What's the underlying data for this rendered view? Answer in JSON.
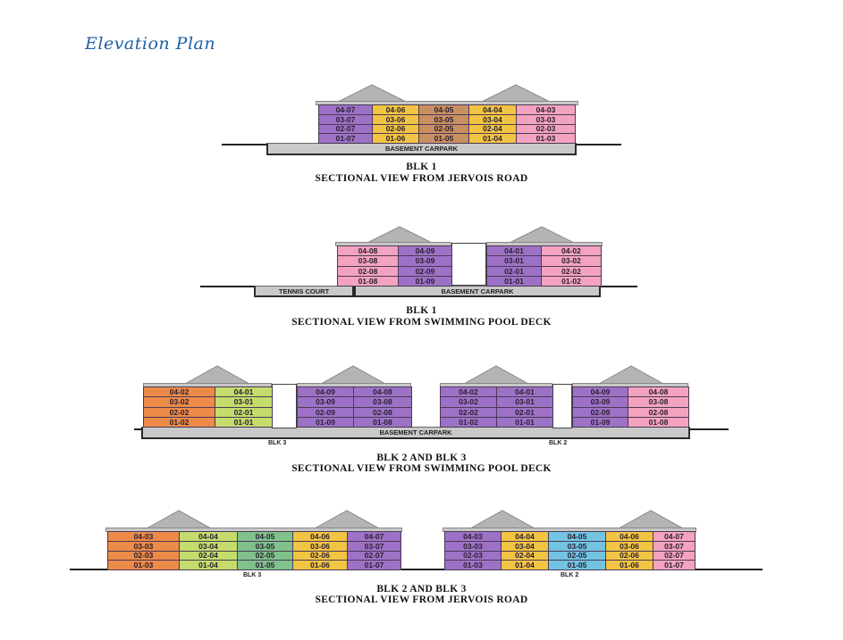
{
  "page_title": "Elevation Plan",
  "palette": {
    "purple": "#9d72c6",
    "yellow": "#f2c443",
    "brown": "#c98f63",
    "pink": "#f3a3c0",
    "orange": "#ec8a48",
    "lime": "#c3dc6c",
    "green": "#80c18c",
    "blue": "#72c4e2",
    "roof": "#b4b4b4",
    "basement": "#c9c9c9"
  },
  "sections": [
    {
      "title": "BLK 1",
      "subtitle": "SECTIONAL VIEW FROM JERVOIS ROAD",
      "basement_labels": [
        "BASEMENT CARPARK"
      ],
      "block_labels": [],
      "columns": [
        {
          "color": "purple",
          "units": [
            "04-07",
            "03-07",
            "02-07",
            "01-07"
          ]
        },
        {
          "color": "yellow",
          "units": [
            "04-06",
            "03-06",
            "02-06",
            "01-06"
          ]
        },
        {
          "color": "brown",
          "units": [
            "04-05",
            "03-05",
            "02-05",
            "01-05"
          ]
        },
        {
          "color": "yellow",
          "units": [
            "04-04",
            "03-04",
            "02-04",
            "01-04"
          ]
        },
        {
          "color": "pink",
          "units": [
            "04-03",
            "03-03",
            "02-03",
            "01-03"
          ]
        }
      ]
    },
    {
      "title": "BLK 1",
      "subtitle": "SECTIONAL VIEW FROM SWIMMING POOL DECK",
      "basement_labels": [
        "TENNIS COURT",
        "BASEMENT CARPARK"
      ],
      "block_labels": [],
      "columns": [
        {
          "color": "pink",
          "units": [
            "04-08",
            "03-08",
            "02-08",
            "01-08"
          ]
        },
        {
          "color": "purple",
          "units": [
            "04-09",
            "03-09",
            "02-09",
            "01-09"
          ]
        },
        {
          "color": "purple",
          "units": [
            "04-01",
            "03-01",
            "02-01",
            "01-01"
          ]
        },
        {
          "color": "pink",
          "units": [
            "04-02",
            "03-02",
            "02-02",
            "01-02"
          ]
        }
      ]
    },
    {
      "title": "BLK 2 AND BLK 3",
      "subtitle": "SECTIONAL VIEW FROM SWIMMING POOL DECK",
      "basement_labels": [
        "BASEMENT CARPARK"
      ],
      "block_labels": [
        "BLK 3",
        "BLK 2"
      ],
      "columns": [
        {
          "color": "orange",
          "units": [
            "04-02",
            "03-02",
            "02-02",
            "01-02"
          ]
        },
        {
          "color": "lime",
          "units": [
            "04-01",
            "03-01",
            "02-01",
            "01-01"
          ]
        },
        {
          "color": "purple",
          "units": [
            "04-09",
            "03-09",
            "02-09",
            "01-09"
          ]
        },
        {
          "color": "purple",
          "units": [
            "04-08",
            "03-08",
            "02-08",
            "01-08"
          ]
        },
        {
          "color": "purple",
          "units": [
            "04-02",
            "03-02",
            "02-02",
            "01-02"
          ]
        },
        {
          "color": "purple",
          "units": [
            "04-01",
            "03-01",
            "02-01",
            "01-01"
          ]
        },
        {
          "color": "purple",
          "units": [
            "04-09",
            "03-09",
            "02-09",
            "01-09"
          ]
        },
        {
          "color": "pink",
          "units": [
            "04-08",
            "03-08",
            "02-08",
            "01-08"
          ]
        }
      ]
    },
    {
      "title": "BLK 2 AND BLK 3",
      "subtitle": "SECTIONAL VIEW FROM JERVOIS ROAD",
      "basement_labels": [],
      "block_labels": [
        "BLK 3",
        "BLK 2"
      ],
      "columns": [
        {
          "color": "orange",
          "units": [
            "04-03",
            "03-03",
            "02-03",
            "01-03"
          ]
        },
        {
          "color": "lime",
          "units": [
            "04-04",
            "03-04",
            "02-04",
            "01-04"
          ]
        },
        {
          "color": "green",
          "units": [
            "04-05",
            "03-05",
            "02-05",
            "01-05"
          ]
        },
        {
          "color": "yellow",
          "units": [
            "04-06",
            "03-06",
            "02-06",
            "01-06"
          ]
        },
        {
          "color": "purple",
          "units": [
            "04-07",
            "03-07",
            "02-07",
            "01-07"
          ]
        },
        {
          "color": "purple",
          "units": [
            "04-03",
            "03-03",
            "02-03",
            "01-03"
          ]
        },
        {
          "color": "yellow",
          "units": [
            "04-04",
            "03-04",
            "02-04",
            "01-04"
          ]
        },
        {
          "color": "blue",
          "units": [
            "04-05",
            "03-05",
            "02-05",
            "01-05"
          ]
        },
        {
          "color": "yellow",
          "units": [
            "04-06",
            "03-06",
            "02-06",
            "01-06"
          ]
        },
        {
          "color": "pink",
          "units": [
            "04-07",
            "03-07",
            "02-07",
            "01-07"
          ]
        }
      ]
    }
  ]
}
